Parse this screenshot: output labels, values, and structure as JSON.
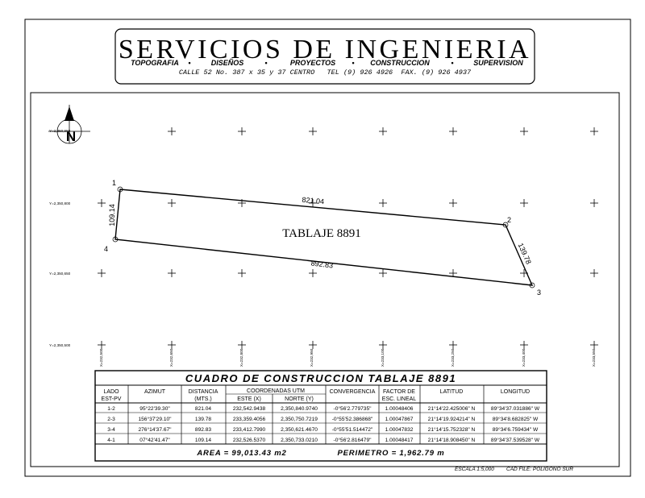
{
  "header": {
    "company": "SERVICIOS DE INGENIERIA",
    "services": [
      "TOPOGRAFIA",
      "DISEÑOS",
      "PROYECTOS",
      "CONSTRUCCION",
      "SUPERVISION"
    ],
    "address": "CALLE 52 No. 387 x 35 y 37 CENTRO   TEL (9) 926 4926  FAX. (9) 926 4937"
  },
  "north_label": "N",
  "grid": {
    "y_labels": [
      "Y=2,350,950",
      "Y=2,350,800",
      "Y=2,350,650",
      "Y=2,350,500"
    ],
    "x_labels": [
      "X=232,500",
      "X=232,650",
      "X=232,800",
      "X=232,950",
      "X=233,100",
      "X=233,250",
      "X=233,400",
      "X=233,550"
    ]
  },
  "plot": {
    "name": "TABLAJE 8891",
    "vertex_labels": [
      "1",
      "2",
      "3",
      "4"
    ],
    "side_labels": [
      "821.04",
      "139.78",
      "892.83",
      "109.14"
    ]
  },
  "table": {
    "title": "CUADRO DE CONSTRUCCION TABLAJE 8891",
    "headers": {
      "lado": "LADO",
      "est_pv": "EST-PV",
      "azimut": "AZIMUT",
      "distancia": "DISTANCIA",
      "mts": "(MTS.)",
      "coords": "COORDENADAS UTM",
      "este": "ESTE (X)",
      "norte": "NORTE (Y)",
      "convergencia": "CONVERGENCIA",
      "factor1": "FACTOR DE",
      "factor2": "ESC. LINEAL",
      "latitud": "LATITUD",
      "longitud": "LONGITUD"
    },
    "rows": [
      [
        "1-2",
        "95°22'39.30\"",
        "821.04",
        "232,542.9438",
        "2,350,840.9740",
        "-0°56'2.779735\"",
        "1.00048406",
        "21°14'22.425006\" N",
        "89°34'37.031886\" W"
      ],
      [
        "2-3",
        "156°37'29.10\"",
        "139.78",
        "233,359.4056",
        "2,350,750.7219",
        "-0°55'52.386868\"",
        "1.00047867",
        "21°14'19.924214\" N",
        "89°34'8.682825\" W"
      ],
      [
        "3-4",
        "276°14'37.67\"",
        "892.83",
        "233,412.7990",
        "2,350,621.4670",
        "-0°55'51.514472\"",
        "1.00047832",
        "21°14'15.752328\" N",
        "89°34'6.759434\" W"
      ],
      [
        "4-1",
        "07°42'41.47\"",
        "109.14",
        "232,526.5370",
        "2,350,733.0210",
        "-0°56'2.816479\"",
        "1.00048417",
        "21°14'18.908450\" N",
        "89°34'37.539528\" W"
      ]
    ],
    "area": "AREA = 99,013.43 m2",
    "perimetro": "PERIMETRO = 1,962.79 m"
  },
  "footer": {
    "escala": "ESCALA 1:5,000",
    "cad_file": "CAD FILE: POLIGONO SUR"
  }
}
